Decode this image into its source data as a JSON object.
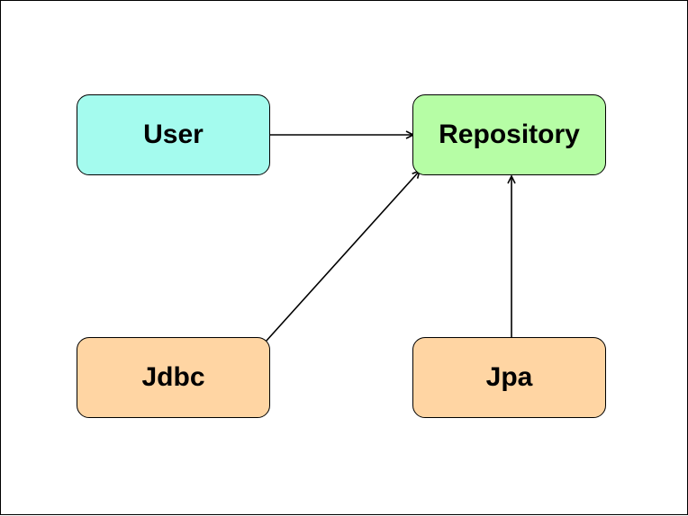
{
  "nodes": {
    "user": {
      "label": "User",
      "color": "#a4fbee"
    },
    "repository": {
      "label": "Repository",
      "color": "#b6fda5"
    },
    "jdbc": {
      "label": "Jdbc",
      "color": "#ffd5a3"
    },
    "jpa": {
      "label": "Jpa",
      "color": "#ffd5a3"
    }
  },
  "edges": [
    {
      "from": "user",
      "to": "repository"
    },
    {
      "from": "jdbc",
      "to": "repository"
    },
    {
      "from": "jpa",
      "to": "repository"
    }
  ]
}
